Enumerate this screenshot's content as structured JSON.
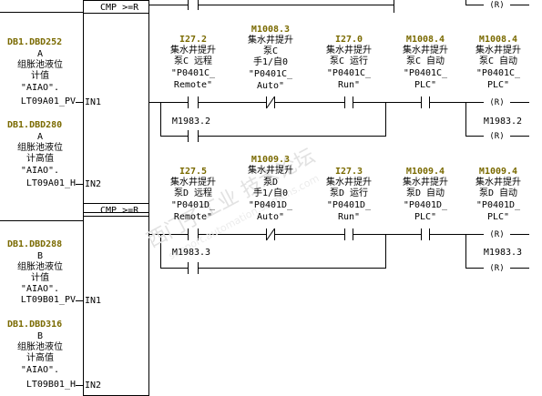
{
  "watermark": {
    "main": "西门子工业 技术论坛",
    "url": "support.automation.siemens.com"
  },
  "cmp1": {
    "title": "CMP >=R",
    "pin_in1": "IN1",
    "pin_in2": "IN2",
    "in1_addr": "DB1.DBD252",
    "in1_sym1": "A",
    "in1_comment1": "组胀池液位",
    "in1_comment2": "计值",
    "in1_sym2": "\"AIAO\".",
    "in1_sym3": "LT09A01_PV",
    "in2_addr": "DB1.DBD280",
    "in2_sym1": "A",
    "in2_comment1": "组胀池液位",
    "in2_comment2": "计高值",
    "in2_sym2": "\"AIAO\".",
    "in2_sym3": "LT09A01_H"
  },
  "cmp2": {
    "title": "CMP >=R",
    "pin_in1": "IN1",
    "pin_in2": "IN2",
    "in1_addr": "DB1.DBD288",
    "in1_sym1": "B",
    "in1_comment1": "组胀池液位",
    "in1_comment2": "计值",
    "in1_sym2": "\"AIAO\".",
    "in1_sym3": "LT09B01_PV",
    "in2_addr": "DB1.DBD316",
    "in2_sym1": "B",
    "in2_comment1": "组胀池液位",
    "in2_comment2": "计高值",
    "in2_sym2": "\"AIAO\".",
    "in2_sym3": "LT09B01_H"
  },
  "top": {
    "coil_label": "R"
  },
  "row1": {
    "c1": {
      "addr": "I27.2",
      "l1": "集水井提升",
      "l2": "泵C 远程",
      "l3": "\"P0401C_",
      "l4": "Remote\""
    },
    "c2": {
      "addr": "M1008.3",
      "l1": "集水井提升",
      "l2": "泵C",
      "l3": "手1/自0",
      "l4": "\"P0401C_",
      "l5": "Auto\""
    },
    "c3": {
      "addr": "I27.0",
      "l1": "集水井提升",
      "l2": "泵C 运行",
      "l3": "\"P0401C_",
      "l4": "Run\""
    },
    "c4": {
      "addr": "M1008.4",
      "l1": "集水井提升",
      "l2": "泵C 自动",
      "l3": "\"P0401C_",
      "l4": "PLC\""
    },
    "coil": {
      "addr": "M1008.4",
      "l1": "集水井提升",
      "l2": "泵C 自动",
      "l3": "\"P0401C_",
      "l4": "PLC\"",
      "label": "R"
    },
    "branch": {
      "addr": "M1983.2"
    },
    "coil2": {
      "addr": "M1983.2",
      "label": "R"
    }
  },
  "row2": {
    "c1": {
      "addr": "I27.5",
      "l1": "集水井提升",
      "l2": "泵D 远程",
      "l3": "\"P0401D_",
      "l4": "Remote\""
    },
    "c2": {
      "addr": "M1009.3",
      "l1": "集水井提升",
      "l2": "泵D",
      "l3": "手1/自0",
      "l4": "\"P0401D_",
      "l5": "Auto\""
    },
    "c3": {
      "addr": "I27.3",
      "l1": "集水井提升",
      "l2": "泵D 运行",
      "l3": "\"P0401D_",
      "l4": "Run\""
    },
    "c4": {
      "addr": "M1009.4",
      "l1": "集水井提升",
      "l2": "泵D 自动",
      "l3": "\"P0401D_",
      "l4": "PLC\""
    },
    "coil": {
      "addr": "M1009.4",
      "l1": "集水井提升",
      "l2": "泵D 自动",
      "l3": "\"P0401D_",
      "l4": "PLC\"",
      "label": "R"
    },
    "branch": {
      "addr": "M1983.3"
    },
    "coil2": {
      "addr": "M1983.3",
      "label": "R"
    }
  }
}
